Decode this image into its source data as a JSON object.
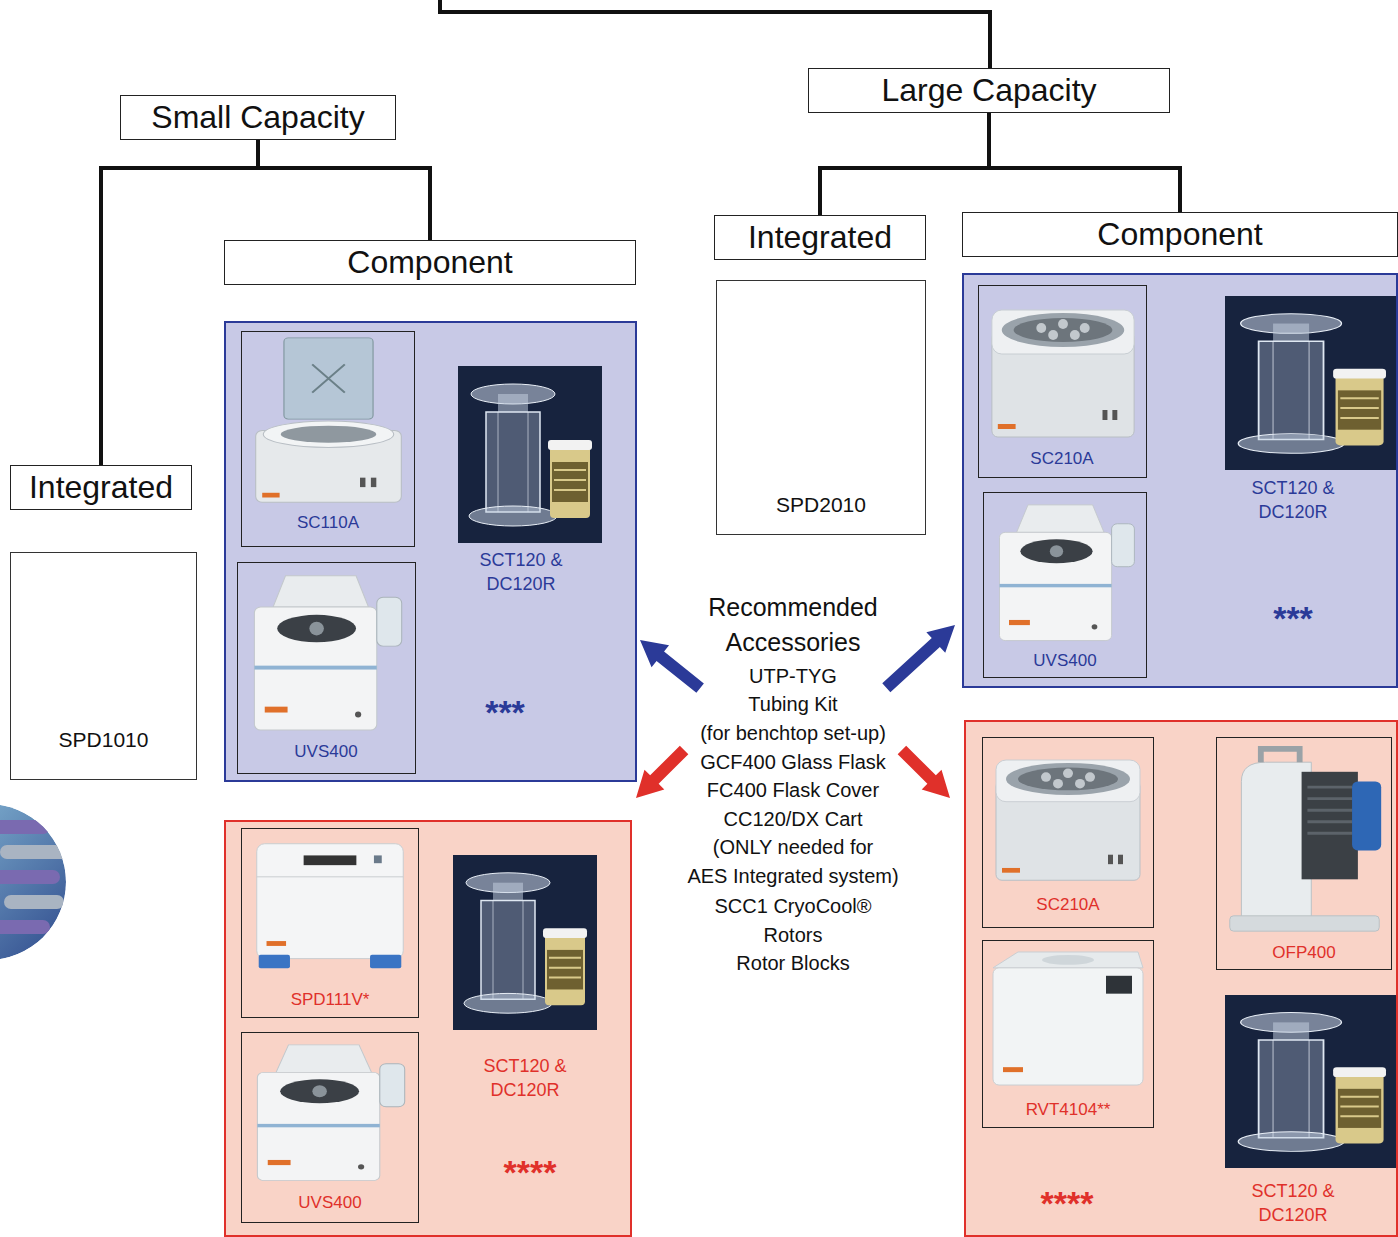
{
  "diagram": {
    "nodes": [
      {
        "text": [
          "Small Capacity"
        ]
      },
      {
        "text": [
          "Large Capacity"
        ]
      },
      {
        "text": [
          "Integrated"
        ]
      },
      {
        "text": [
          "Component"
        ]
      },
      {
        "text": [
          "Integrated"
        ]
      },
      {
        "text": [
          "Component"
        ]
      },
      {
        "text": [
          "SPD1010"
        ]
      },
      {
        "text": [
          "SPD2010"
        ]
      },
      {
        "text": [
          "SCT120 & DC120R",
          "***"
        ]
      },
      {
        "text": [
          "SC110A"
        ],
        "in": 8
      },
      {
        "text": [
          "UVS400"
        ],
        "in": 8
      },
      {
        "text": [
          "SCT120 & DC120R",
          "***"
        ]
      },
      {
        "text": [
          "SC210A"
        ],
        "in": 11
      },
      {
        "text": [
          "UVS400"
        ],
        "in": 11
      },
      {
        "text": [
          "SCT120 & DC120R",
          "****"
        ]
      },
      {
        "text": [
          "SPD111V*"
        ],
        "in": 14
      },
      {
        "text": [
          "UVS400"
        ],
        "in": 14
      },
      {
        "text": [
          "SCT120 & DC120R",
          "****"
        ]
      },
      {
        "text": [
          "SC210A"
        ],
        "in": 17
      },
      {
        "text": [
          "OFP400"
        ],
        "in": 17
      },
      {
        "text": [
          "RVT4104**"
        ],
        "in": 17
      }
    ],
    "edges": [
      {
        "from": 0,
        "to": 2,
        "arrow": "none"
      },
      {
        "from": 0,
        "to": 3,
        "arrow": "none"
      },
      {
        "from": 1,
        "to": 4,
        "arrow": "none"
      },
      {
        "from": 1,
        "to": 5,
        "arrow": "none"
      }
    ],
    "labels": [
      "Recommended Accessories",
      "UTP-TYG",
      "Tubing Kit",
      "(for benchtop set-up)",
      "GCF400 Glass Flask",
      "FC400 Flask Cover",
      "CC120/DX Cart",
      "(ONLY needed for",
      "AES Integrated system)",
      "SCC1 CryoCool®",
      "Rotors",
      "Rotor Blocks"
    ]
  }
}
